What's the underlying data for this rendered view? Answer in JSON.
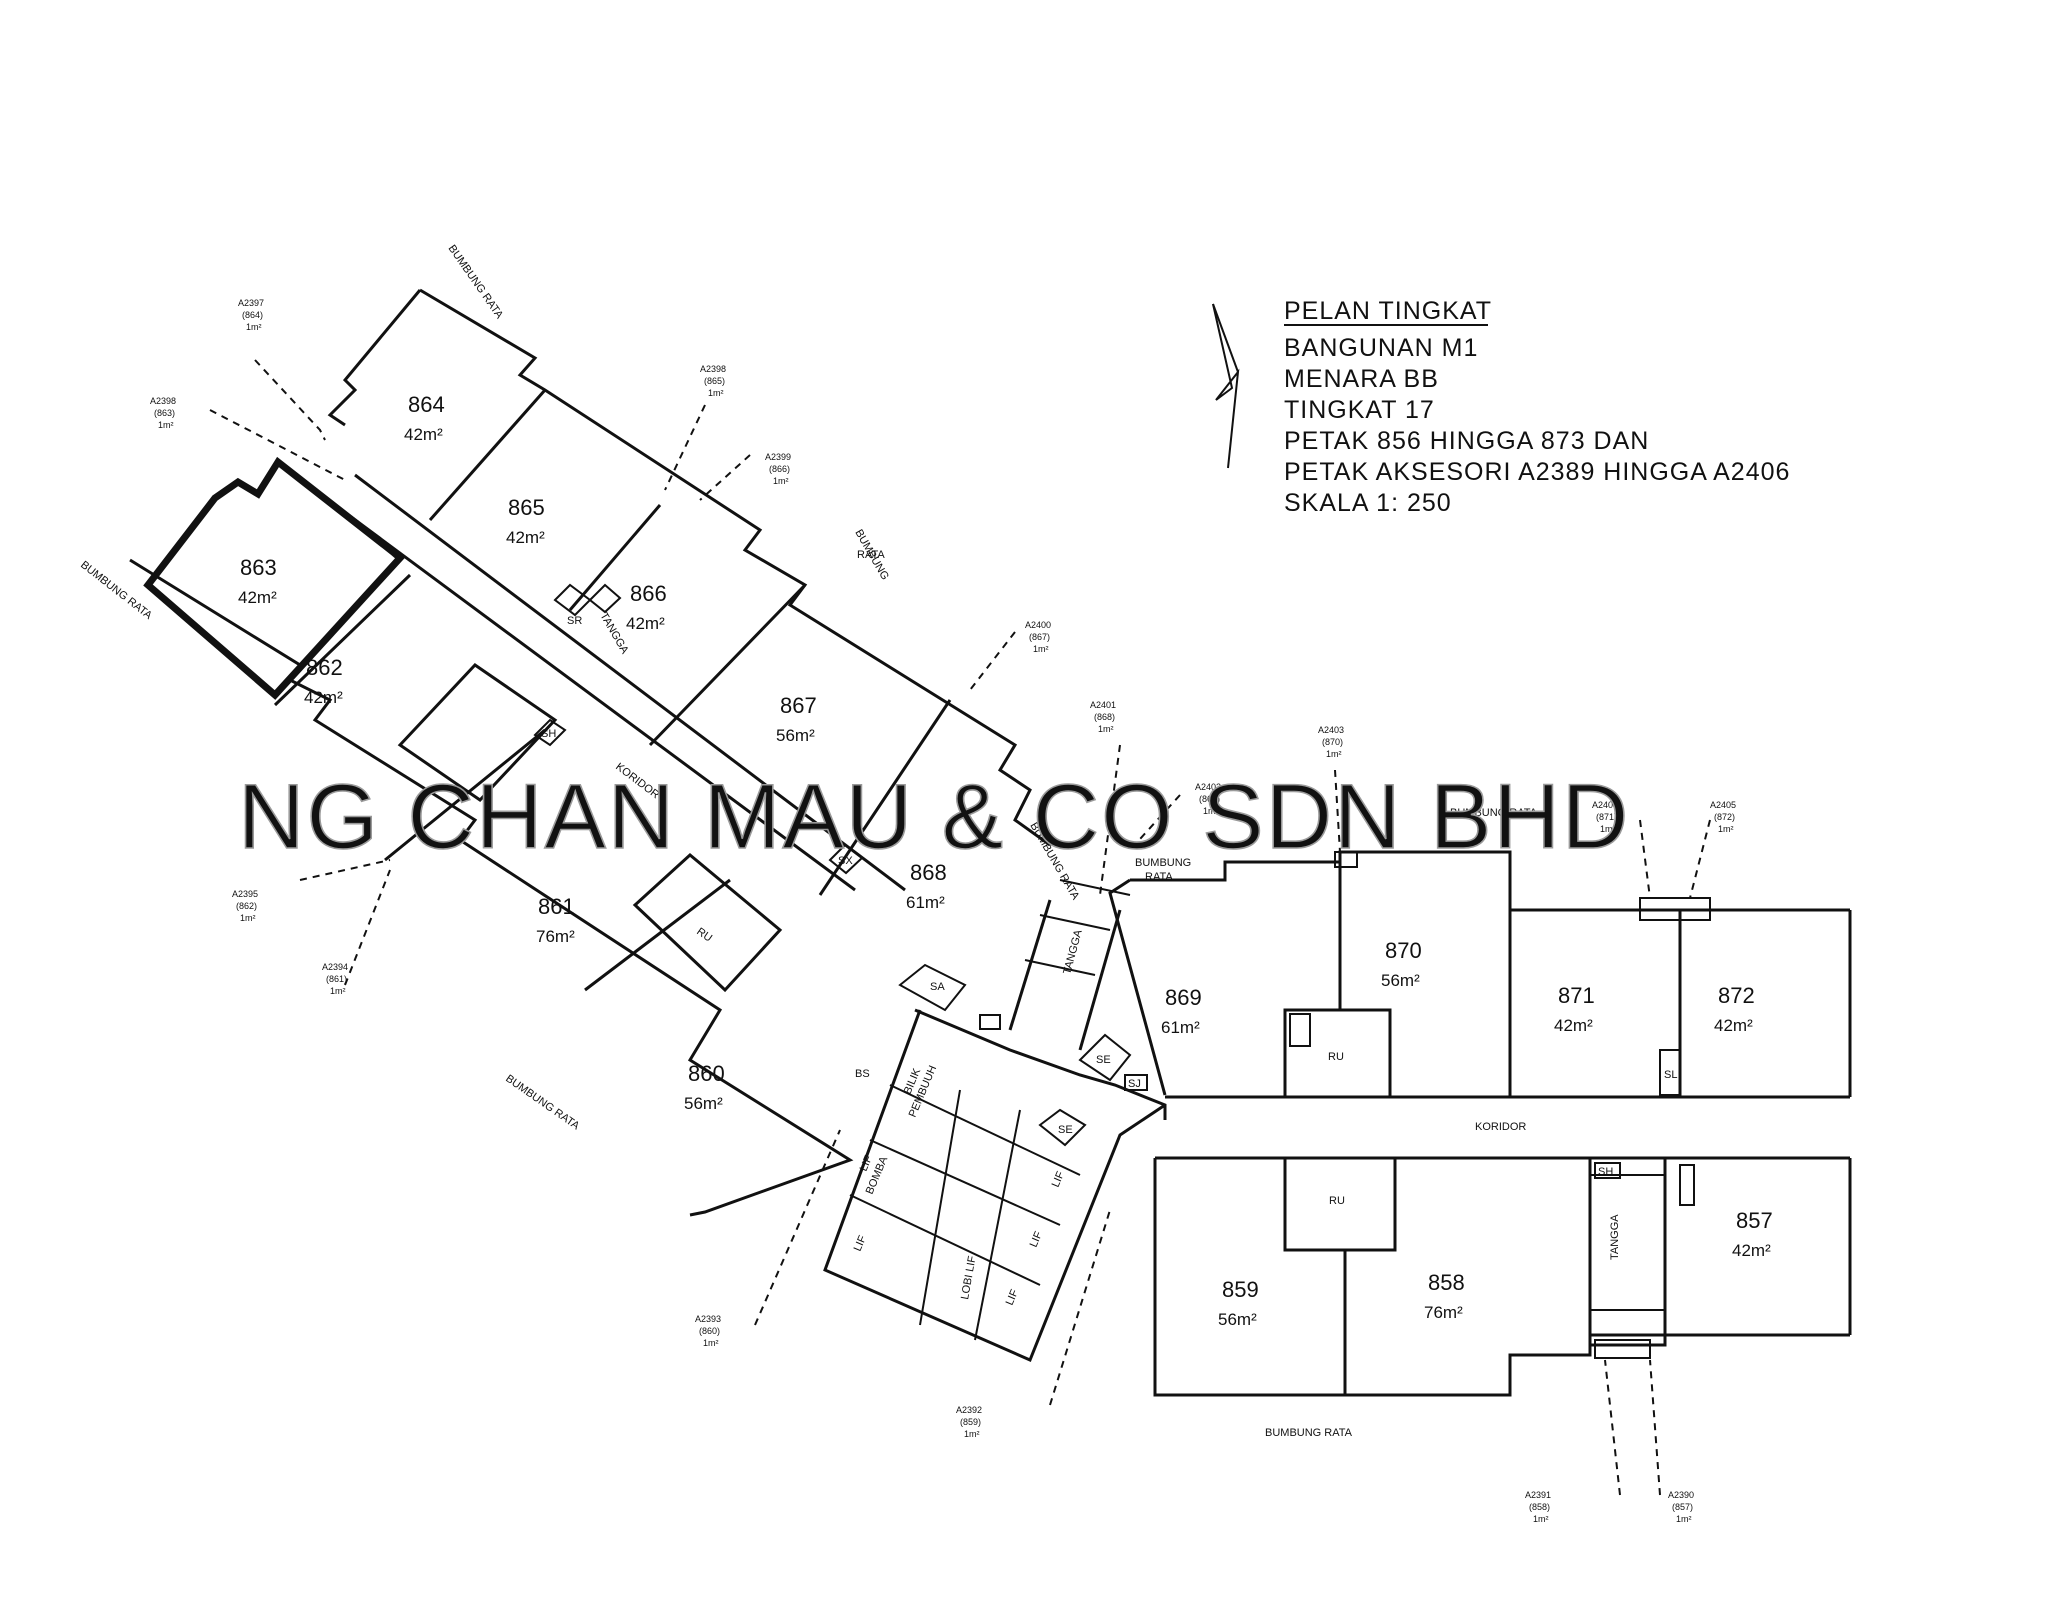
{
  "title_block": {
    "heading": "PELAN TINGKAT",
    "lines": [
      "BANGUNAN M1",
      "MENARA BB",
      "TINGKAT 17",
      "PETAK 856 HINGGA 873 DAN",
      "PETAK AKSESORI A2389 HINGGA A2406",
      "SKALA 1: 250"
    ]
  },
  "watermark": "NG CHAN MAU & CO SDN BHD",
  "lots": [
    {
      "id": "864",
      "area": "42m²"
    },
    {
      "id": "865",
      "area": "42m²"
    },
    {
      "id": "863",
      "area": "42m²"
    },
    {
      "id": "866",
      "area": "42m²"
    },
    {
      "id": "862",
      "area": "42m²"
    },
    {
      "id": "867",
      "area": "56m²"
    },
    {
      "id": "861",
      "area": "76m²"
    },
    {
      "id": "868",
      "area": "61m²"
    },
    {
      "id": "860",
      "area": "56m²"
    },
    {
      "id": "869",
      "area": "61m²"
    },
    {
      "id": "870",
      "area": "56m²"
    },
    {
      "id": "871",
      "area": "42m²"
    },
    {
      "id": "872",
      "area": "42m²"
    },
    {
      "id": "859",
      "area": "56m²"
    },
    {
      "id": "858",
      "area": "76m²"
    },
    {
      "id": "857",
      "area": "42m²"
    }
  ],
  "accessory_lots": [
    {
      "id": "A2397",
      "ref": "(864)",
      "area": "1m²"
    },
    {
      "id": "A2398",
      "ref": "(863)",
      "area": "1m²"
    },
    {
      "id": "A2398",
      "ref": "(865)",
      "area": "1m²"
    },
    {
      "id": "A2399",
      "ref": "(866)",
      "area": "1m²"
    },
    {
      "id": "A2400",
      "ref": "(867)",
      "area": "1m²"
    },
    {
      "id": "A2401",
      "ref": "(868)",
      "area": "1m²"
    },
    {
      "id": "A2402",
      "ref": "(869)",
      "area": "1m²"
    },
    {
      "id": "A2403",
      "ref": "(870)",
      "area": "1m²"
    },
    {
      "id": "A2404",
      "ref": "(871)",
      "area": "1m²"
    },
    {
      "id": "A2405",
      "ref": "(872)",
      "area": "1m²"
    },
    {
      "id": "A2395",
      "ref": "(862)",
      "area": "1m²"
    },
    {
      "id": "A2394",
      "ref": "(861)",
      "area": "1m²"
    },
    {
      "id": "A2393",
      "ref": "(860)",
      "area": "1m²"
    },
    {
      "id": "A2392",
      "ref": "(859)",
      "area": "1m²"
    },
    {
      "id": "A2391",
      "ref": "(858)",
      "area": "1m²"
    },
    {
      "id": "A2390",
      "ref": "(857)",
      "area": "1m²"
    }
  ],
  "room_labels": {
    "ru": "RU",
    "tangga": "TANGGA",
    "koridor": "KORIDOR",
    "bumbung_rata": "BUMBUNG RATA",
    "bumbung": "BUMBUNG",
    "rata": "RATA",
    "lif": "LIF",
    "lif_bomba": "BOMBA",
    "lobi_lif": "LOBI LIF",
    "bilik_pembuluh": "BILIK",
    "pembuluh": "PEMBUUH",
    "bs": "BS",
    "sa": "SA",
    "se": "SE",
    "sr": "SR",
    "sh": "SH",
    "sx": "SX",
    "sj": "SJ",
    "sl": "SL"
  }
}
